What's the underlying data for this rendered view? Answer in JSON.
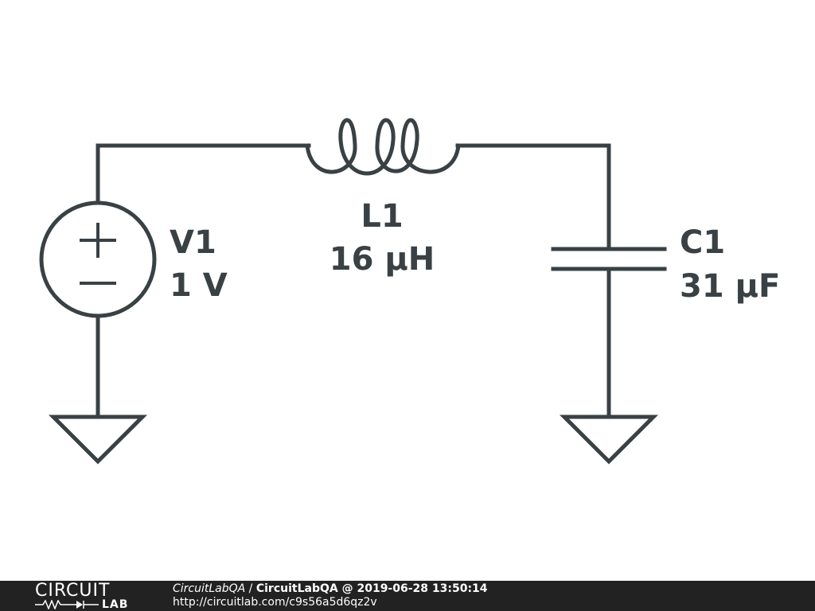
{
  "components": {
    "source": {
      "name": "V1",
      "value": "1 V"
    },
    "inductor": {
      "name": "L1",
      "value": "16 µH"
    },
    "capacitor": {
      "name": "C1",
      "value": "31 µF"
    }
  },
  "footer": {
    "logo_top": "CIRCUIT",
    "logo_bottom": "LAB",
    "user": "CircuitLabQA",
    "separator": " / ",
    "title": "CircuitLabQA @ 2019-06-28 13:50:14",
    "url": "http://circuitlab.com/c9s56a5d6qz2v"
  },
  "colors": {
    "wire": "#394145",
    "background": "#ffffff",
    "footer_bg": "#222222"
  }
}
